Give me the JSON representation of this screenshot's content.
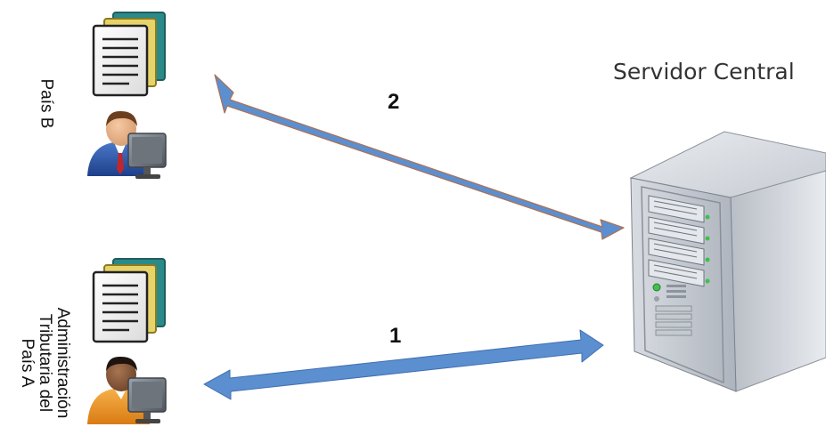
{
  "server": {
    "title": "Servidor Central"
  },
  "country_b": {
    "label": "País B"
  },
  "country_a": {
    "label_lines": [
      "Administración",
      "Tributaria del",
      "País A"
    ]
  },
  "arrows": {
    "first": "1",
    "second": "2"
  },
  "icons": {
    "documents_b": "documents-icon",
    "user_b": "user-at-computer-icon",
    "documents_a": "documents-icon",
    "user_a": "user-at-computer-icon",
    "server": "server-tower-icon"
  },
  "colors": {
    "arrow": "#5b8fd0",
    "arrow_outline": "#b07050"
  }
}
